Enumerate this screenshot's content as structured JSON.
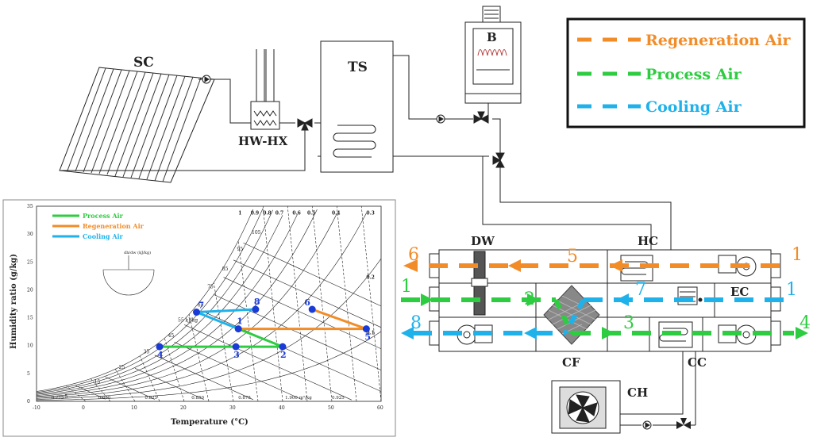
{
  "legend": {
    "items": [
      {
        "label": "Regeneration Air",
        "color": "#f28c28"
      },
      {
        "label": "Process Air",
        "color": "#2ecc40"
      },
      {
        "label": "Cooling Air",
        "color": "#1fb2ea"
      }
    ]
  },
  "components": {
    "sc": "SC",
    "hwhx": "HW-HX",
    "ts": "TS",
    "b": "B",
    "dw": "DW",
    "hc": "HC",
    "ec": "EC",
    "cf": "CF",
    "cc": "CC",
    "ch": "CH"
  },
  "stream_numbers": {
    "regen": [
      "6",
      "5",
      "1"
    ],
    "process": [
      "1",
      "2",
      "3",
      "4"
    ],
    "cooling": [
      "8",
      "7",
      "1"
    ]
  },
  "psychro": {
    "legend": [
      {
        "label": "Process Air",
        "color": "#2ecc40"
      },
      {
        "label": "Regeneration Air",
        "color": "#f28c28"
      },
      {
        "label": "Cooling Air",
        "color": "#1fb2ea"
      }
    ],
    "xlabel": "Temperature (°C)",
    "ylabel": "Humidity ratio (g/kg)",
    "xticks": [
      "-10",
      "0",
      "10",
      "20",
      "30",
      "40",
      "50",
      "60"
    ],
    "yticks": [
      "0",
      "5",
      "10",
      "15",
      "20",
      "25",
      "30",
      "35"
    ],
    "protractor_label": "dh\ndw (kJ/kg)",
    "enthalpy_labels": [
      "5",
      "15",
      "25",
      "35",
      "45",
      "55 kJ/kg",
      "65",
      "75",
      "85",
      "95",
      "105"
    ],
    "rh_labels": [
      "1",
      "0.9",
      "0.8",
      "0.7",
      "0.6",
      "0.5",
      "0.4",
      "0.3",
      "0.2",
      "0.1"
    ],
    "volume_labels": [
      "0.775",
      "0.800",
      "0.825",
      "0.850",
      "0.875",
      "1.900 m³/kg",
      "0.925"
    ],
    "points": [
      {
        "label": "1",
        "T": 31,
        "w": 13
      },
      {
        "label": "2",
        "T": 40,
        "w": 9.8
      },
      {
        "label": "3",
        "T": 30.5,
        "w": 9.8
      },
      {
        "label": "4",
        "T": 15,
        "w": 9.8
      },
      {
        "label": "5",
        "T": 57,
        "w": 13
      },
      {
        "label": "6",
        "T": 46,
        "w": 16.5
      },
      {
        "label": "7",
        "T": 22.5,
        "w": 16
      },
      {
        "label": "8",
        "T": 34.5,
        "w": 16.5
      }
    ]
  },
  "chart_data": {
    "type": "scatter",
    "title": "",
    "xlabel": "Temperature (°C)",
    "ylabel": "Humidity ratio (g/kg)",
    "xlim": [
      -10,
      60
    ],
    "ylim": [
      0,
      35
    ],
    "series": [
      {
        "name": "Process Air",
        "color": "#2ecc40",
        "points": [
          [
            31,
            13
          ],
          [
            40,
            9.8
          ],
          [
            30.5,
            9.8
          ],
          [
            15,
            9.8
          ]
        ]
      },
      {
        "name": "Regeneration Air",
        "color": "#f28c28",
        "points": [
          [
            31,
            13
          ],
          [
            57,
            13
          ],
          [
            46,
            16.5
          ]
        ]
      },
      {
        "name": "Cooling Air",
        "color": "#1fb2ea",
        "points": [
          [
            31,
            13
          ],
          [
            22.5,
            16
          ],
          [
            34.5,
            16.5
          ]
        ]
      }
    ]
  }
}
